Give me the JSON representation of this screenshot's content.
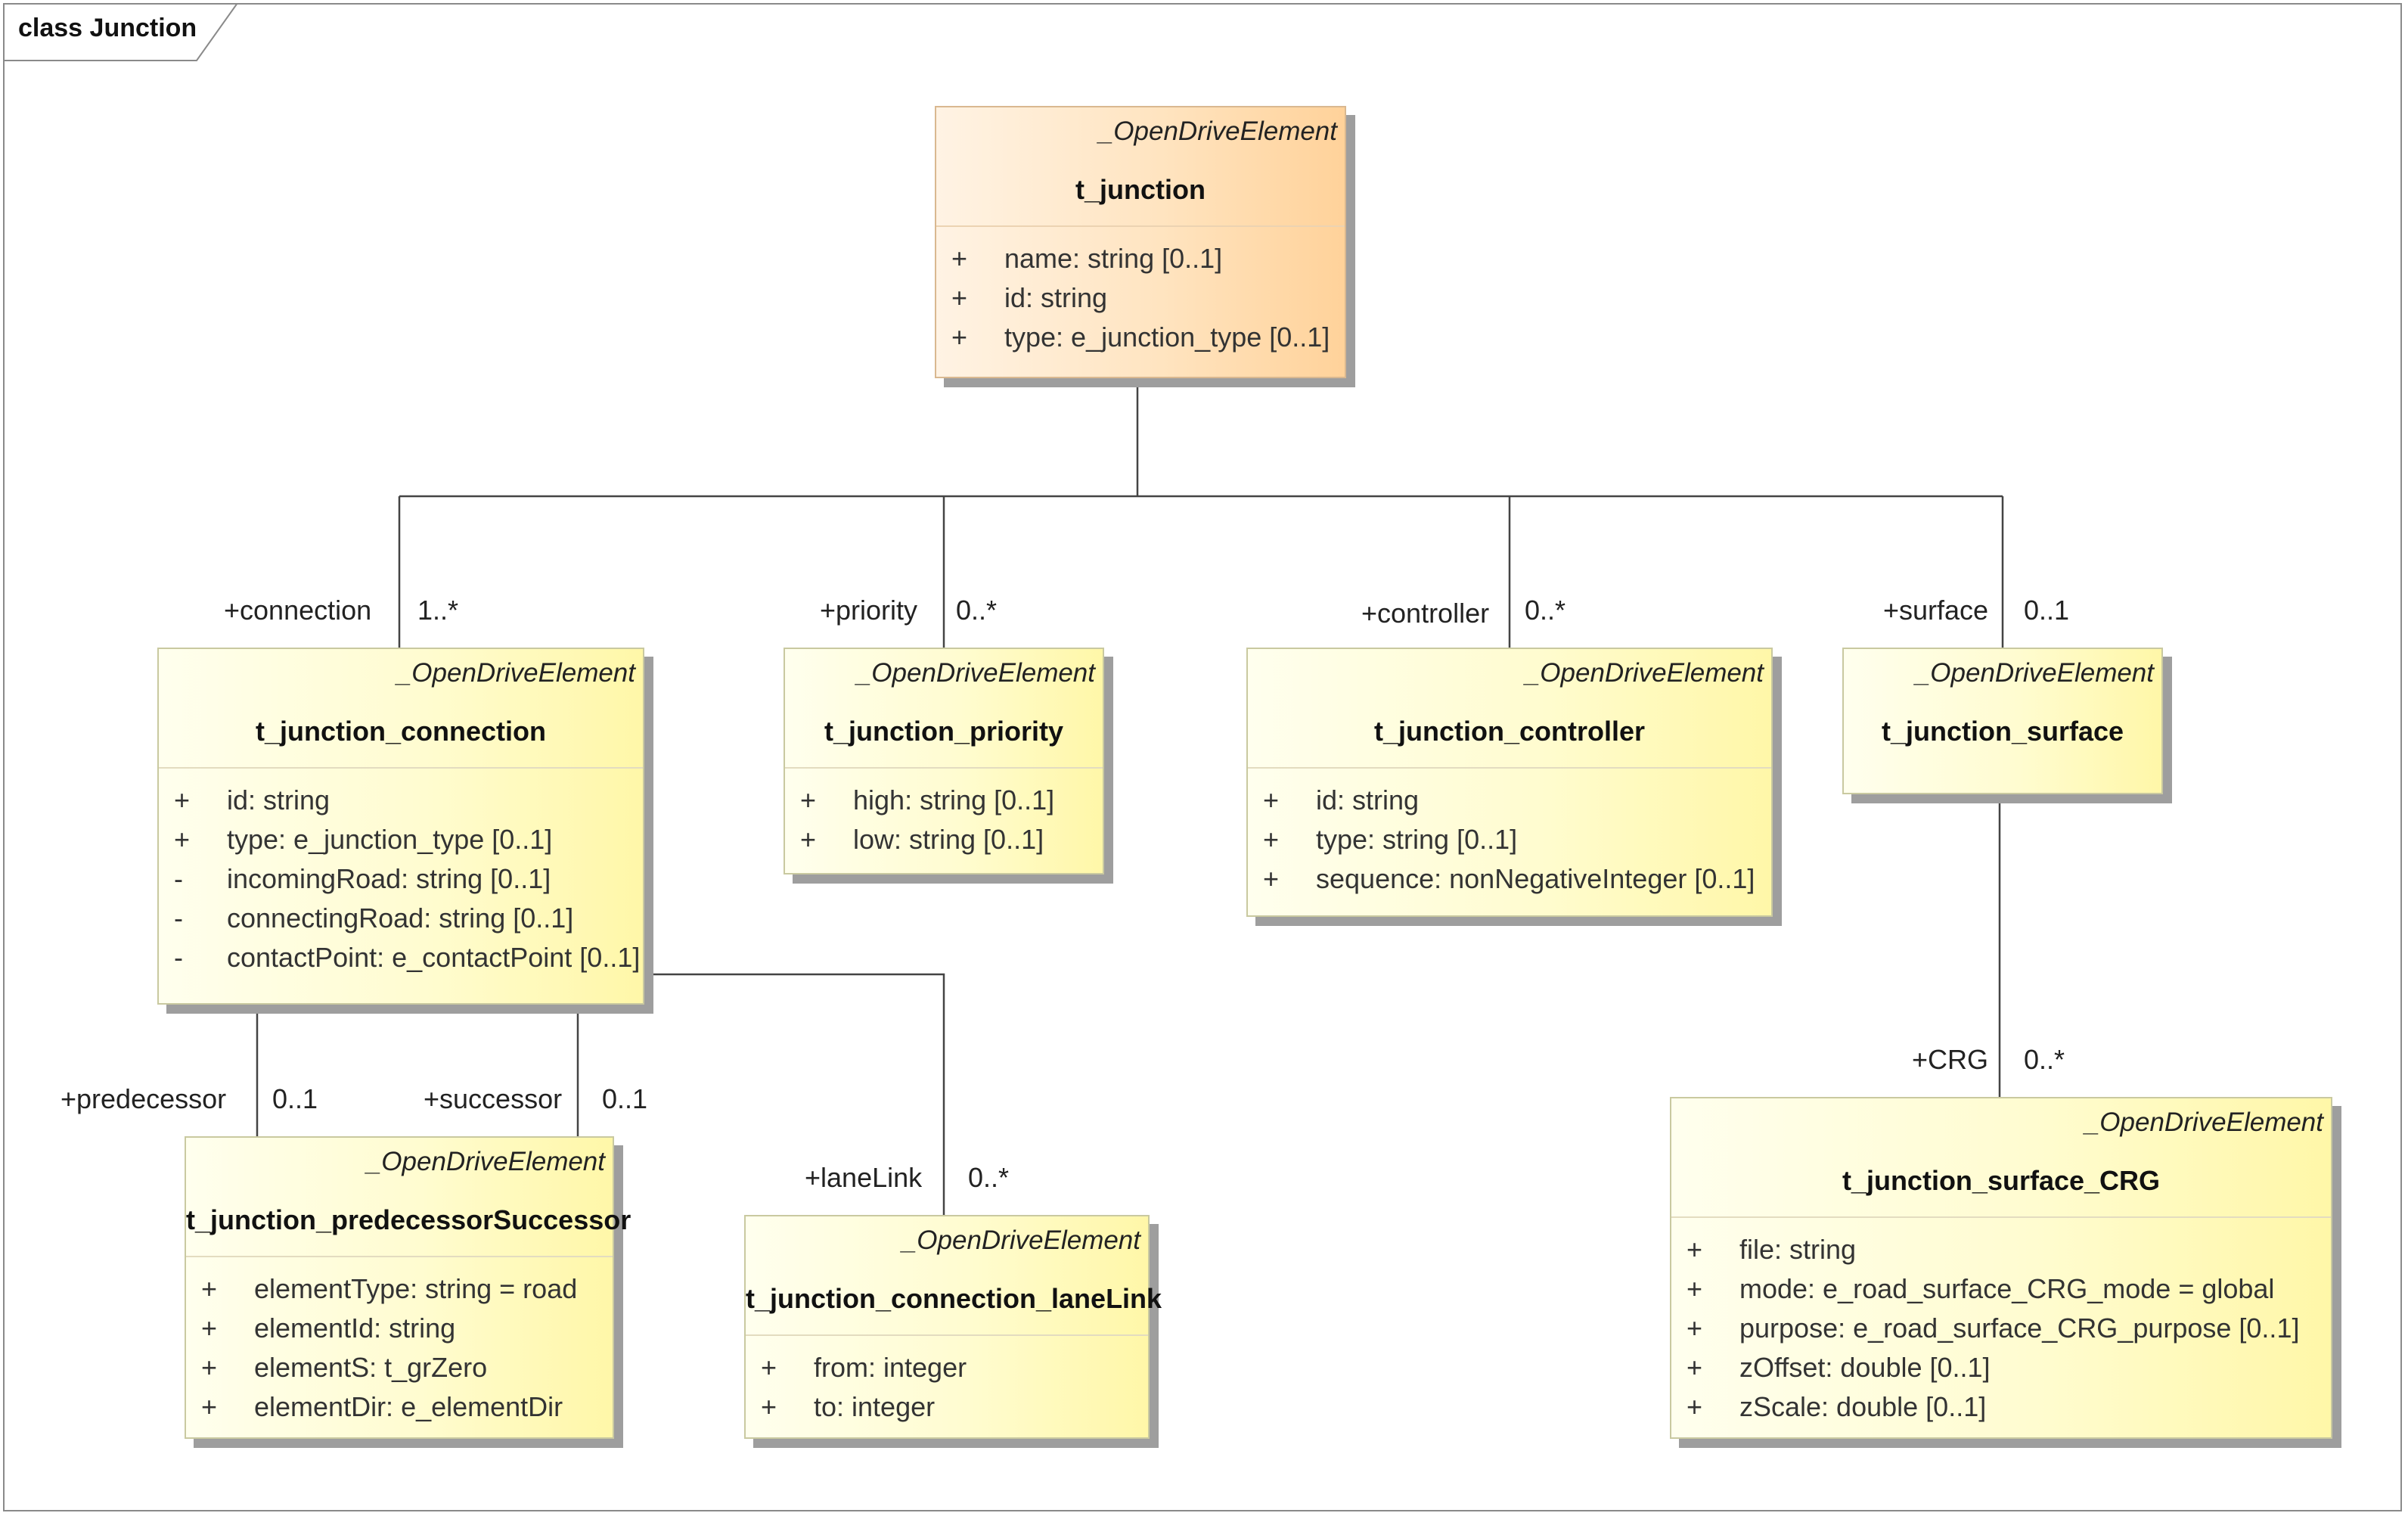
{
  "frame": {
    "label": "class Junction"
  },
  "stereotype": "_OpenDriveElement",
  "classes": {
    "junction": {
      "name": "t_junction",
      "attrs": [
        {
          "vis": "+",
          "text": "name: string [0..1]"
        },
        {
          "vis": "+",
          "text": "id: string"
        },
        {
          "vis": "+",
          "text": "type: e_junction_type [0..1]"
        }
      ]
    },
    "connection": {
      "name": "t_junction_connection",
      "attrs": [
        {
          "vis": "+",
          "text": "id: string"
        },
        {
          "vis": "+",
          "text": "type: e_junction_type [0..1]"
        },
        {
          "vis": "-",
          "text": "incomingRoad: string [0..1]"
        },
        {
          "vis": "-",
          "text": "connectingRoad: string [0..1]"
        },
        {
          "vis": "-",
          "text": "contactPoint: e_contactPoint [0..1]"
        }
      ]
    },
    "priority": {
      "name": "t_junction_priority",
      "attrs": [
        {
          "vis": "+",
          "text": "high: string [0..1]"
        },
        {
          "vis": "+",
          "text": "low: string [0..1]"
        }
      ]
    },
    "controller": {
      "name": "t_junction_controller",
      "attrs": [
        {
          "vis": "+",
          "text": "id: string"
        },
        {
          "vis": "+",
          "text": "type: string [0..1]"
        },
        {
          "vis": "+",
          "text": "sequence: nonNegativeInteger [0..1]"
        }
      ]
    },
    "surface": {
      "name": "t_junction_surface",
      "attrs": []
    },
    "predsucc": {
      "name": "t_junction_predecessorSuccessor",
      "attrs": [
        {
          "vis": "+",
          "text": "elementType: string = road"
        },
        {
          "vis": "+",
          "text": "elementId: string"
        },
        {
          "vis": "+",
          "text": "elementS: t_grZero"
        },
        {
          "vis": "+",
          "text": "elementDir: e_elementDir"
        }
      ]
    },
    "lanelink": {
      "name": "t_junction_connection_laneLink",
      "attrs": [
        {
          "vis": "+",
          "text": "from: integer"
        },
        {
          "vis": "+",
          "text": "to: integer"
        }
      ]
    },
    "crg": {
      "name": "t_junction_surface_CRG",
      "attrs": [
        {
          "vis": "+",
          "text": "file: string"
        },
        {
          "vis": "+",
          "text": "mode: e_road_surface_CRG_mode = global"
        },
        {
          "vis": "+",
          "text": "purpose: e_road_surface_CRG_purpose [0..1]"
        },
        {
          "vis": "+",
          "text": "zOffset: double [0..1]"
        },
        {
          "vis": "+",
          "text": "zScale: double [0..1]"
        }
      ]
    }
  },
  "roles": {
    "connection": {
      "role": "+connection",
      "mult": "1..*"
    },
    "priority": {
      "role": "+priority",
      "mult": "0..*"
    },
    "controller": {
      "role": "+controller",
      "mult": "0..*"
    },
    "surface": {
      "role": "+surface",
      "mult": "0..1"
    },
    "predecessor": {
      "role": "+predecessor",
      "mult": "0..1"
    },
    "successor": {
      "role": "+successor",
      "mult": "0..1"
    },
    "laneLink": {
      "role": "+laneLink",
      "mult": "0..*"
    },
    "crg": {
      "role": "+CRG",
      "mult": "0..*"
    }
  }
}
